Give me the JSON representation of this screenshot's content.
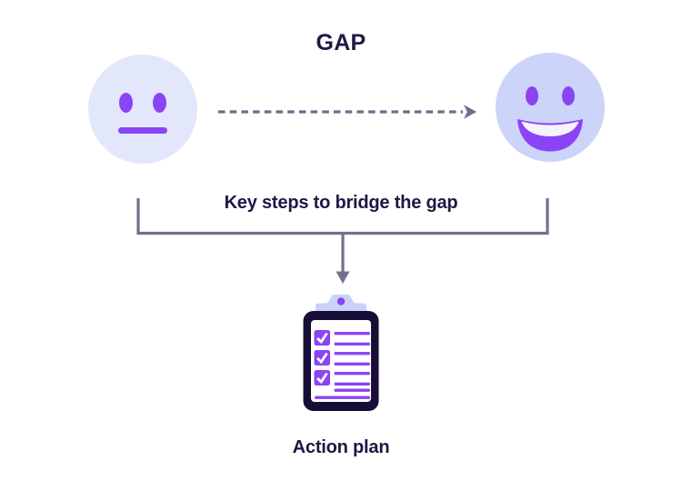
{
  "title": "GAP",
  "flow": {
    "from_state": "neutral-face",
    "to_state": "happy-face",
    "bridge_label": "Key steps to bridge the gap",
    "result_label": "Action plan"
  },
  "clipboard": {
    "checked_items": 3,
    "lines_per_item": 2,
    "trailing_lines": 2
  },
  "colors": {
    "background": "#FFFFFF",
    "text_navy": "#1E1843",
    "face_left_fill": "#E3E7FB",
    "face_right_fill": "#CDD4F9",
    "purple": "#8B44F5",
    "dashed_arrow": "#6E6B8E",
    "bracket": "#72708D",
    "clipboard_navy": "#170E38",
    "clip_lavender": "#C9D2F8",
    "teeth_white": "#F5F4FA",
    "page_white": "#FFFFFF"
  }
}
